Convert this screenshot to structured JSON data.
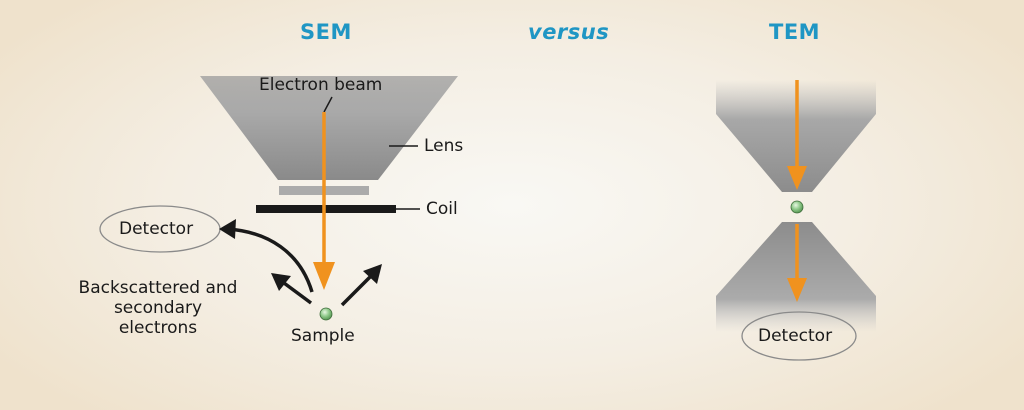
{
  "headings": {
    "left": "SEM",
    "middle": "versus",
    "right": "TEM"
  },
  "sem": {
    "electron_beam_label": "Electron beam",
    "lens_label": "Lens",
    "coil_label": "Coil",
    "detector_label": "Detector",
    "electrons_label": "Backscattered and secondary electrons",
    "sample_label": "Sample"
  },
  "tem": {
    "detector_label": "Detector"
  },
  "colors": {
    "heading": "#1f96c4",
    "beam": "#f0921e",
    "sample": "#8fc98a",
    "arrow": "#1a1a1a"
  }
}
